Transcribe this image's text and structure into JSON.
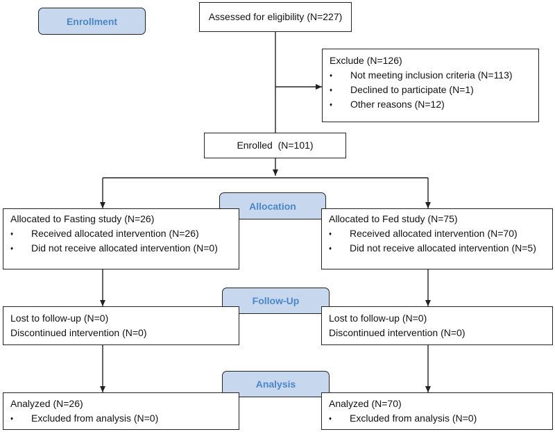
{
  "stages": {
    "enrollment": "Enrollment",
    "allocation": "Allocation",
    "follow_up": "Follow-Up",
    "analysis": "Analysis"
  },
  "assessed": "Assessed for eligibility (N=227)",
  "excluded": {
    "title": "Exclude (N=126)",
    "items": [
      "Not meeting inclusion criteria (N=113)",
      "Declined to participate (N=1)",
      "Other reasons (N=12)"
    ]
  },
  "enrolled": "Enrolled  (N=101)",
  "fasting": {
    "allocation": {
      "title": "Allocated to Fasting study (N=26)",
      "items": [
        "Received allocated intervention (N=26)",
        "Did not receive allocated intervention (N=0)"
      ]
    },
    "follow_up": [
      "Lost to follow-up (N=0)",
      "Discontinued intervention (N=0)"
    ],
    "analysis": {
      "title": "Analyzed (N=26)",
      "items": [
        "Excluded from analysis (N=0)"
      ]
    }
  },
  "fed": {
    "allocation": {
      "title": "Allocated to Fed study (N=75)",
      "items": [
        "Received allocated intervention (N=70)",
        "Did not receive allocated intervention (N=5)"
      ]
    },
    "follow_up": [
      "Lost to follow-up (N=0)",
      "Discontinued intervention (N=0)"
    ],
    "analysis": {
      "title": "Analyzed (N=70)",
      "items": [
        "Excluded from analysis (N=0)"
      ]
    }
  }
}
